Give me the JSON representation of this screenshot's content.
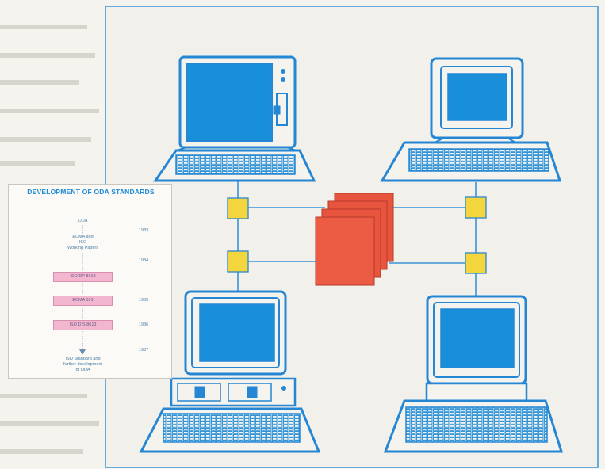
{
  "document_card": {
    "title": "DEVELOPMENT OF ODA STANDARDS",
    "steps": {
      "oda": "ODA",
      "working_papers": [
        "ECMA and",
        "ISO",
        "Working Papers"
      ],
      "box_1": "ISO DP 8613",
      "box_2": "ECMA 101",
      "box_3": "ISO DIS 8613",
      "final": [
        "ISO Standard and",
        "further development",
        "of ODA"
      ]
    },
    "years": {
      "y1": "1983",
      "y2": "1984",
      "y3": "1985",
      "y4": "1986",
      "y5": "1987"
    }
  },
  "colors": {
    "line": "#1f8bd6",
    "screen": "#1a8fd9",
    "node": "#f3d63e",
    "document_stack": "#e8553f",
    "pink_box": "#f2b7cf"
  }
}
